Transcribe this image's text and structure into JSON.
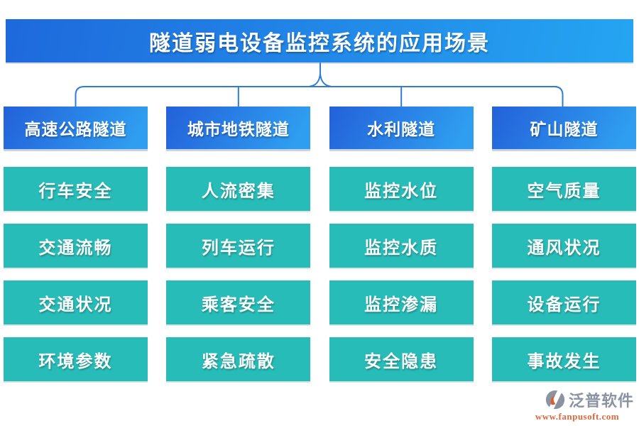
{
  "title": "隧道弱电设备监控系统的应用场景",
  "columns": [
    {
      "header": "高速公路隧道",
      "items": [
        "行车安全",
        "交通流畅",
        "交通状况",
        "环境参数"
      ]
    },
    {
      "header": "城市地铁隧道",
      "items": [
        "人流密集",
        "列车运行",
        "乘客安全",
        "紧急疏散"
      ]
    },
    {
      "header": "水利隧道",
      "items": [
        "监控水位",
        "监控水质",
        "监控渗漏",
        "安全隐患"
      ]
    },
    {
      "header": "矿山隧道",
      "items": [
        "空气质量",
        "通风状况",
        "设备运行",
        "事故发生"
      ]
    }
  ],
  "footer": {
    "brand": "泛普软件",
    "url": "www.fanpusoft.com"
  },
  "icons": {
    "brand_logo": "fanpu-logo-icon"
  },
  "colors": {
    "title_gradient_start": "#1e69dc",
    "title_gradient_end": "#25a5f2",
    "category_gradient_start": "#2361da",
    "category_gradient_end": "#2f9ef0",
    "item_teal": "#28bcb8",
    "connector_blue": "#2f7cd8",
    "brand_gray": "#8b93a2",
    "brand_orange": "#e2663c",
    "text_white": "#ffffff"
  }
}
